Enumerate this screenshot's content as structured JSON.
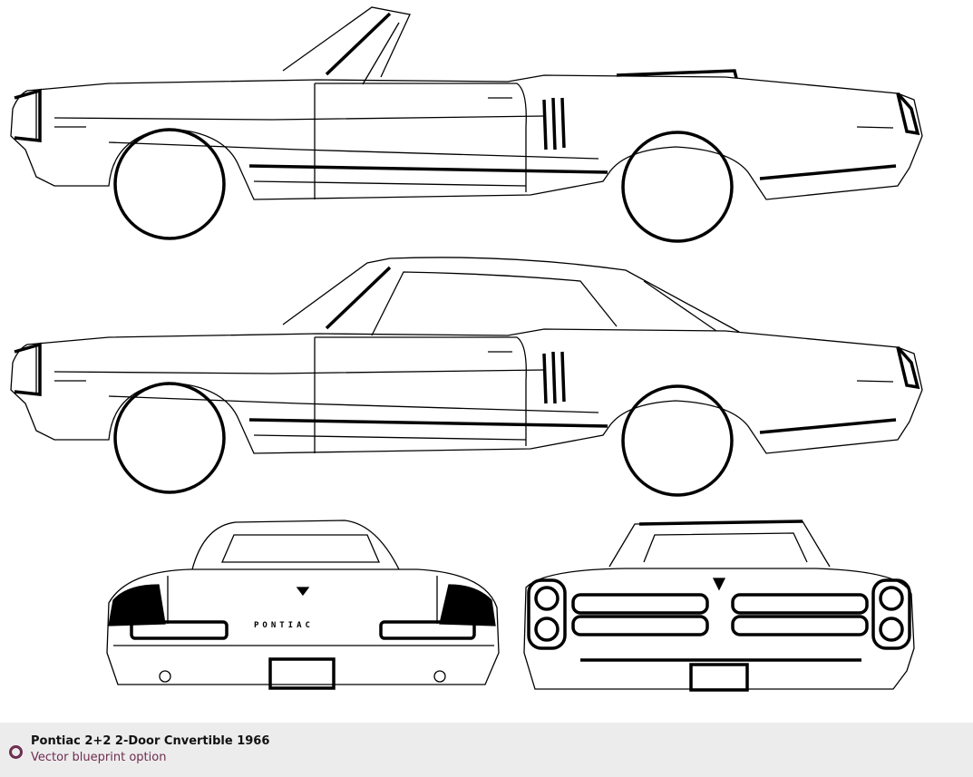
{
  "drawing": {
    "rear_badge_lettering": "PONTIAC"
  },
  "footer": {
    "title": "Pontiac 2+2 2-Door Cnvertible 1966",
    "subtitle": "Vector blueprint option",
    "accent_color": "#6e2d4f"
  }
}
